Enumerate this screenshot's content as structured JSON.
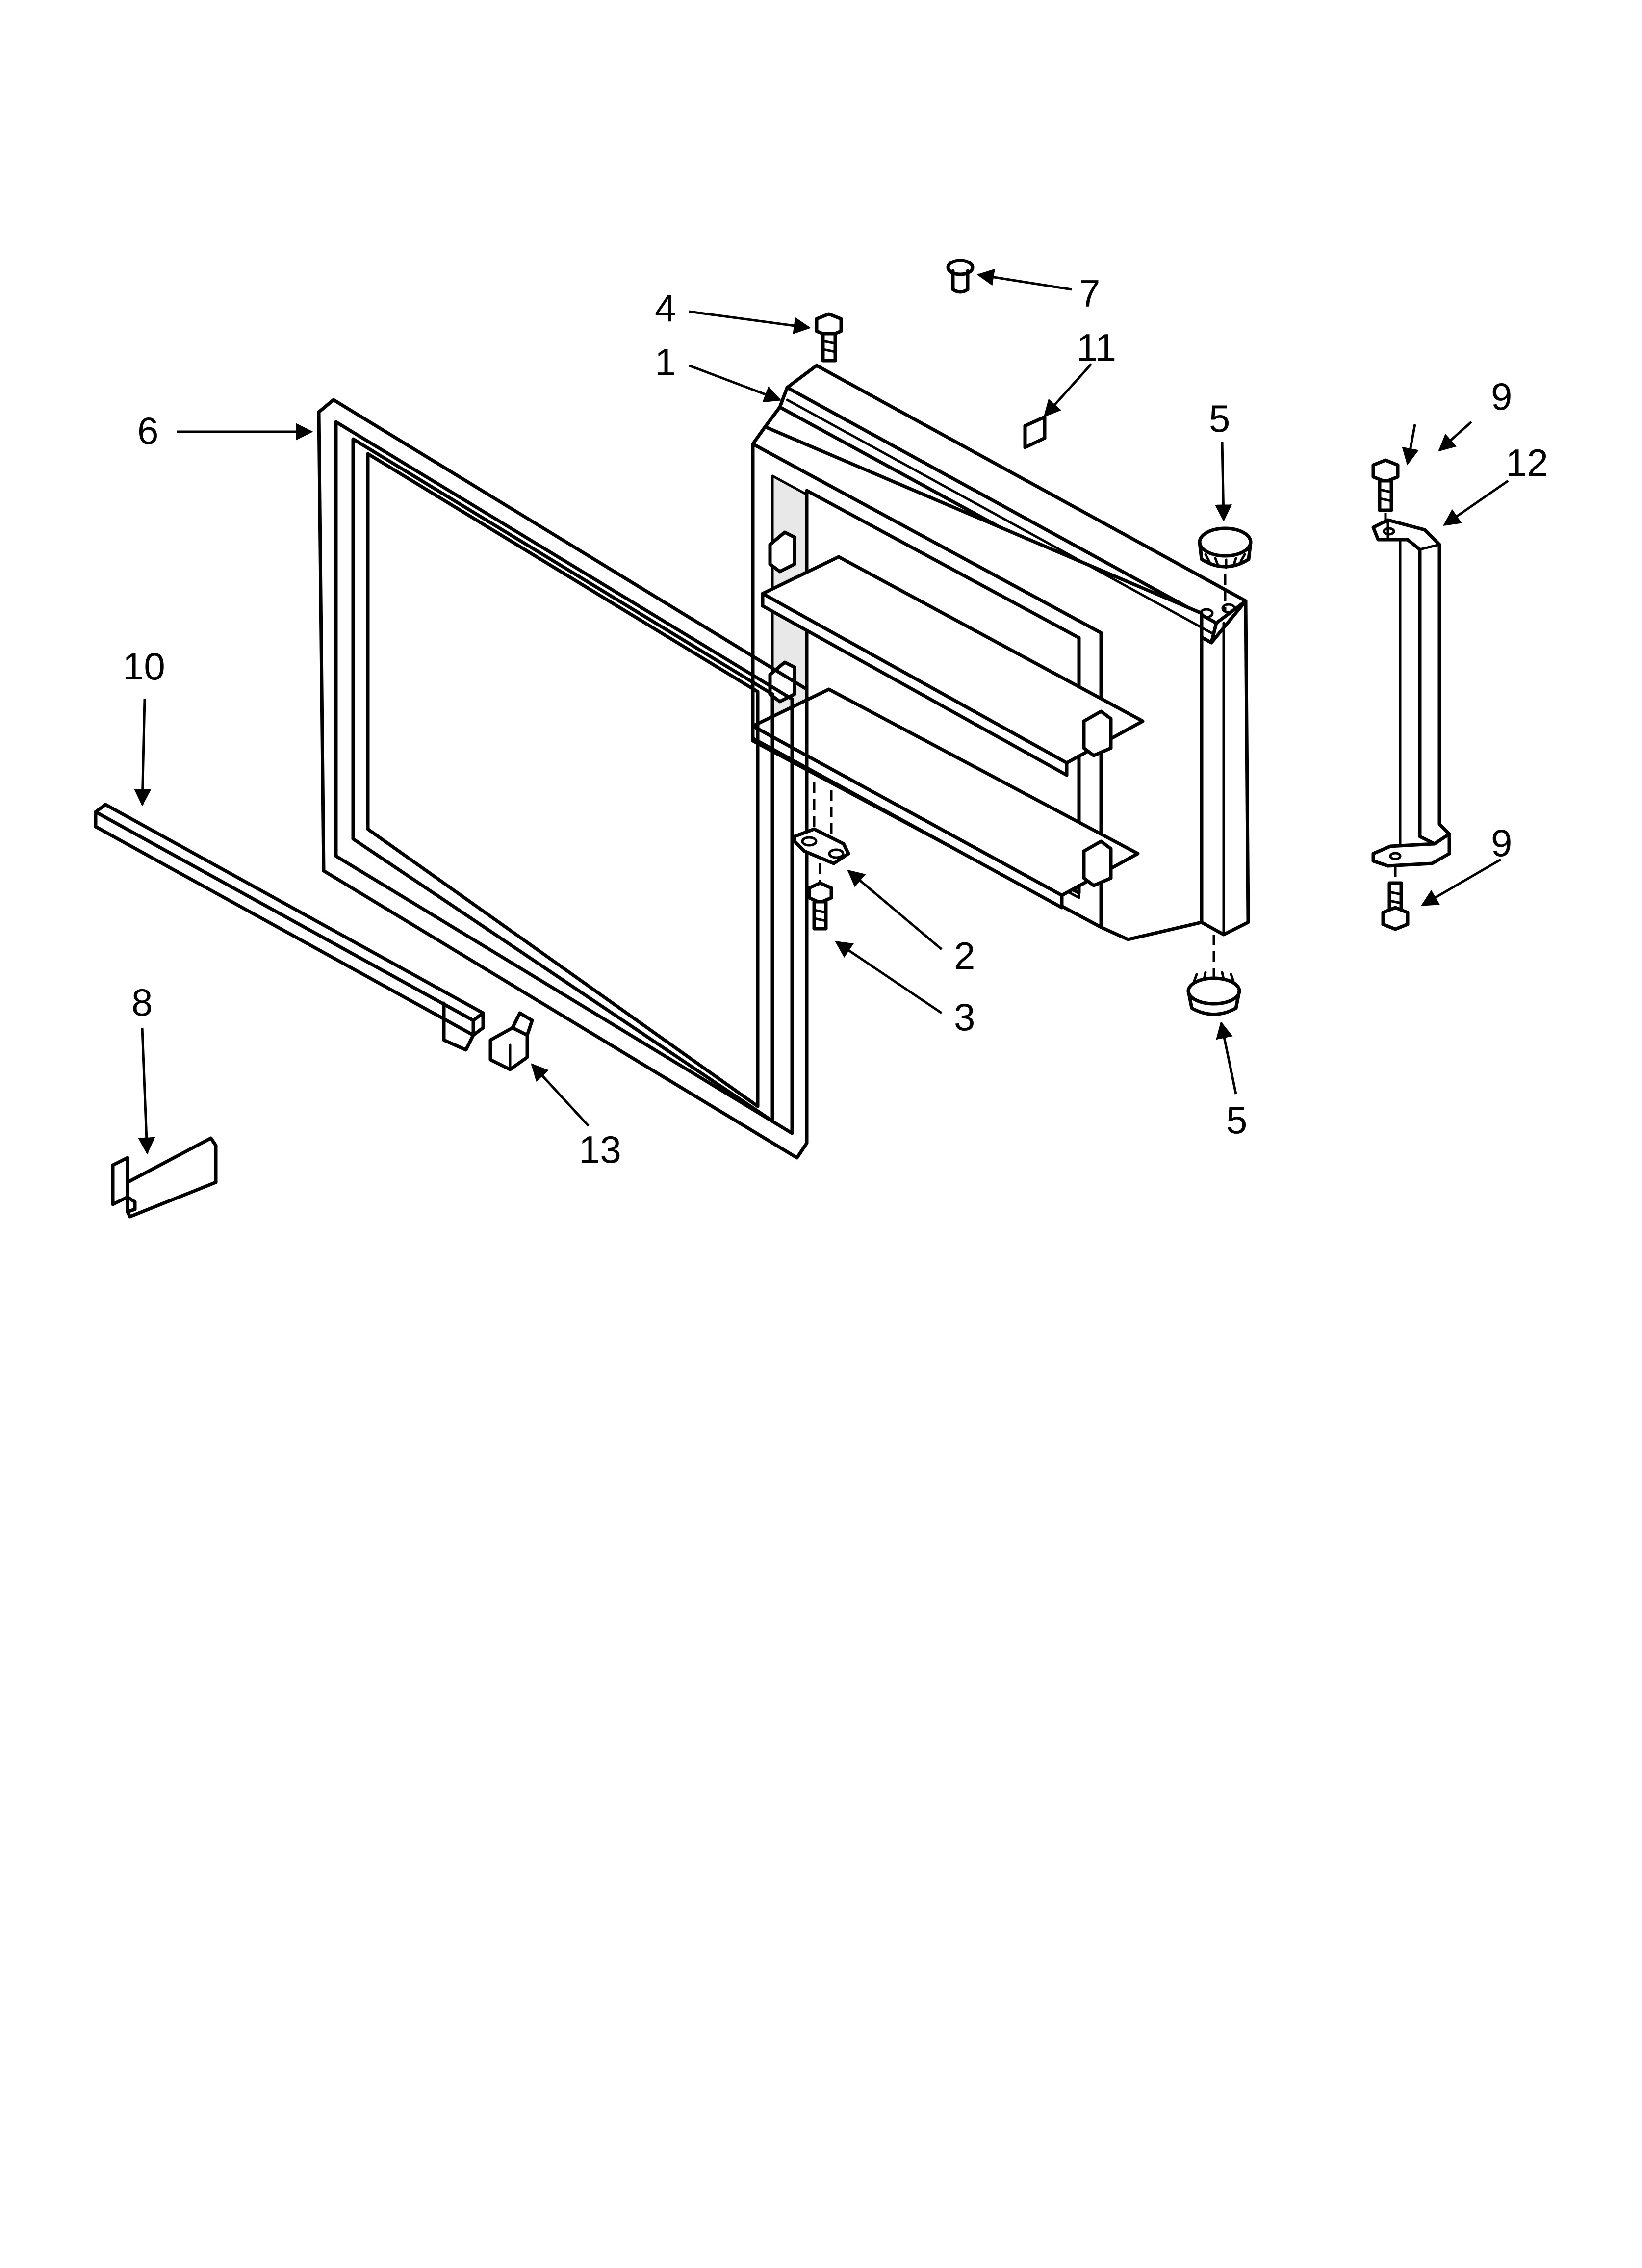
{
  "diagram": {
    "callouts": {
      "c1": "1",
      "c2": "2",
      "c3": "3",
      "c4": "4",
      "c5_top": "5",
      "c5_bottom": "5",
      "c6": "6",
      "c7": "7",
      "c8": "8",
      "c9_top": "9",
      "c9_bottom": "9",
      "c10": "10",
      "c11": "11",
      "c12": "12",
      "c13": "13"
    },
    "line_color": "#000000",
    "background": "#ffffff"
  }
}
